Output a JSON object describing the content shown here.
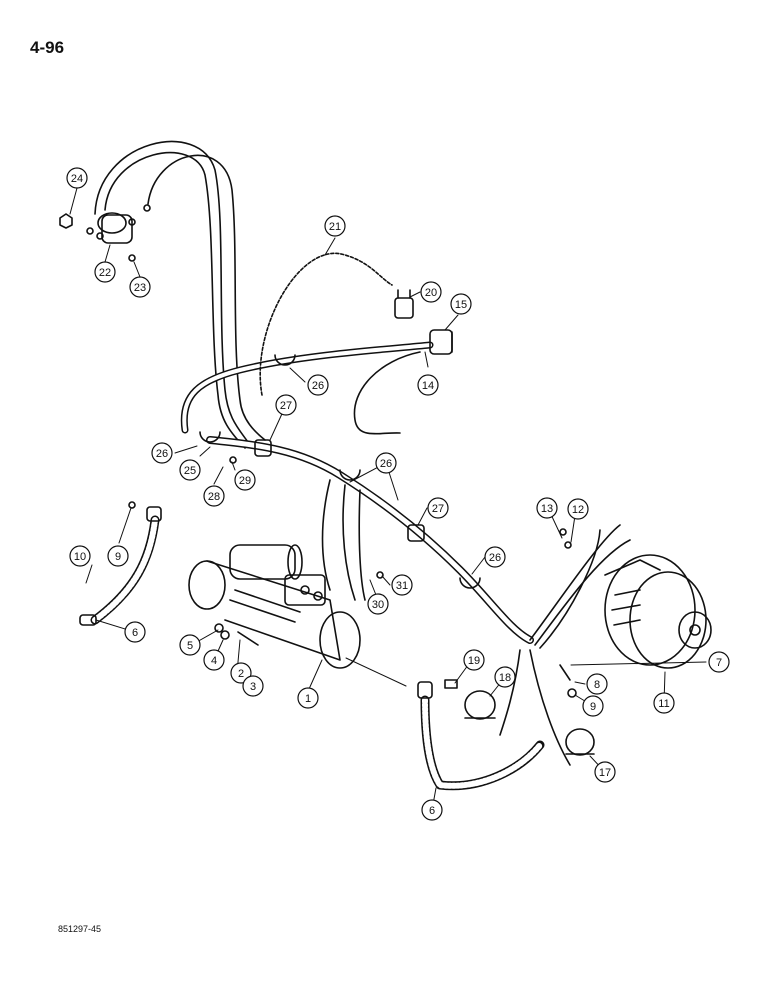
{
  "page": {
    "number": "4-96",
    "figure_code": "851297-45"
  },
  "colors": {
    "ink": "#111111",
    "paper": "#ffffff",
    "braid": "#666666"
  },
  "callouts": [
    {
      "label": "24"
    },
    {
      "label": "22"
    },
    {
      "label": "23"
    },
    {
      "label": "21"
    },
    {
      "label": "20"
    },
    {
      "label": "15"
    },
    {
      "label": "14"
    },
    {
      "label": "26"
    },
    {
      "label": "27"
    },
    {
      "label": "26"
    },
    {
      "label": "25"
    },
    {
      "label": "28"
    },
    {
      "label": "29"
    },
    {
      "label": "26"
    },
    {
      "label": "27"
    },
    {
      "label": "13"
    },
    {
      "label": "12"
    },
    {
      "label": "10"
    },
    {
      "label": "9"
    },
    {
      "label": "6"
    },
    {
      "label": "26"
    },
    {
      "label": "31"
    },
    {
      "label": "30"
    },
    {
      "label": "5"
    },
    {
      "label": "4"
    },
    {
      "label": "2"
    },
    {
      "label": "3"
    },
    {
      "label": "1"
    },
    {
      "label": "19"
    },
    {
      "label": "18"
    },
    {
      "label": "7"
    },
    {
      "label": "8"
    },
    {
      "label": "9"
    },
    {
      "label": "11"
    },
    {
      "label": "17"
    },
    {
      "label": "6"
    }
  ],
  "parts_icons": [
    "solenoid-icon",
    "starter-motor-icon",
    "alternator-icon",
    "ground-strap-icon",
    "wire-harness-icon",
    "sensor-icon",
    "clamp-icon",
    "bolt-icon",
    "nut-icon",
    "washer-icon"
  ]
}
